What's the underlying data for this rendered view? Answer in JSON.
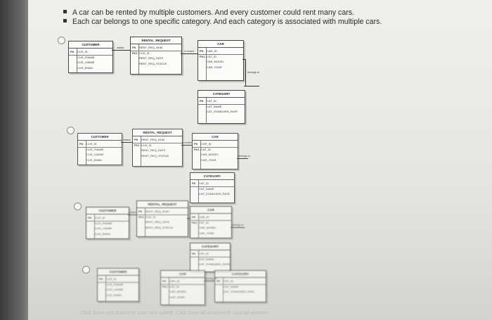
{
  "question": {
    "bullets": [
      "A car can be rented by multiple customers. And every customer could rent many cars.",
      "Each car belongs to one specific category. And each category is associated with multiple cars."
    ]
  },
  "entities": {
    "customer": {
      "title": "CUSTOMER",
      "pk_tag": "PK",
      "pk": "CUS_ID",
      "fields": [
        "CUS_FNAME",
        "CUS_LNAME",
        "CUS_EMAIL"
      ]
    },
    "rental": {
      "title": "RENTAL_REQUEST",
      "pk_tag": "PK",
      "pk": "RENT_REQ_NUM",
      "fk_tag": "FK1",
      "fields": [
        "CUS_ID",
        "RENT_REQ_DATE",
        "RENT_REQ_STATUS"
      ]
    },
    "car": {
      "title": "CAR",
      "pk_tag": "PK",
      "pk": "CAR_ID",
      "fk_tag": "FK1",
      "fields": [
        "CAT_ID",
        "CAR_MODEL",
        "CAR_YEAR"
      ]
    },
    "category": {
      "title": "CATEGORY",
      "pk_tag": "PK",
      "pk": "CAT_ID",
      "fields": [
        "CAT_NAME",
        "CAT_STANDARD_RATE"
      ]
    }
  },
  "relationships": {
    "r1": "makes",
    "r2": "is rented",
    "r3": "belongs to"
  },
  "footer": "Click Save and Submit to save and submit. Click Save All Answers to save all answers."
}
